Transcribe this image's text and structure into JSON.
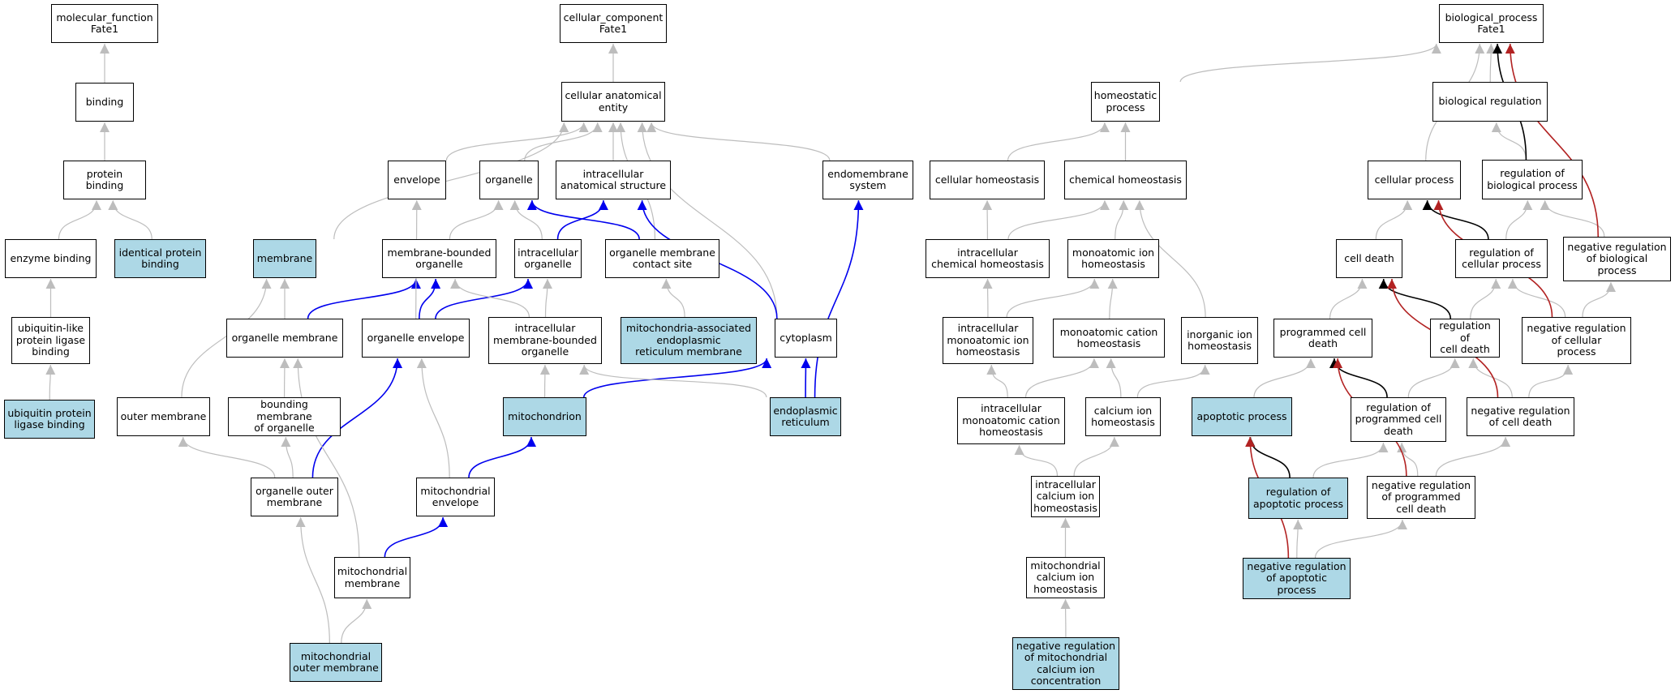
{
  "colors": {
    "node_fill": "#ffffff",
    "highlight_fill": "#add8e6",
    "border": "#000000",
    "edge_gray": "#bdbdbd",
    "edge_blue": "#0000ee",
    "edge_red": "#b22222",
    "edge_black": "#000000"
  },
  "nodes": [
    {
      "id": "mf",
      "label": "molecular_function\nFate1",
      "hl": false
    },
    {
      "id": "binding",
      "label": "binding",
      "hl": false
    },
    {
      "id": "protein_binding",
      "label": "protein binding",
      "hl": false
    },
    {
      "id": "enzyme_binding",
      "label": "enzyme binding",
      "hl": false
    },
    {
      "id": "identical_protein_binding",
      "label": "identical protein\nbinding",
      "hl": true
    },
    {
      "id": "ubl_ligase_binding",
      "label": "ubiquitin-like\nprotein ligase\nbinding",
      "hl": false
    },
    {
      "id": "ub_ligase_binding",
      "label": "ubiquitin protein\nligase binding",
      "hl": true
    },
    {
      "id": "cc",
      "label": "cellular_component\nFate1",
      "hl": false
    },
    {
      "id": "cae",
      "label": "cellular anatomical\nentity",
      "hl": false
    },
    {
      "id": "envelope",
      "label": "envelope",
      "hl": false
    },
    {
      "id": "organelle",
      "label": "organelle",
      "hl": false
    },
    {
      "id": "ias",
      "label": "intracellular\nanatomical structure",
      "hl": false
    },
    {
      "id": "endomembrane",
      "label": "endomembrane\nsystem",
      "hl": false
    },
    {
      "id": "membrane",
      "label": "membrane",
      "hl": true
    },
    {
      "id": "mbo",
      "label": "membrane-bounded\norganelle",
      "hl": false
    },
    {
      "id": "io",
      "label": "intracellular\norganelle",
      "hl": false
    },
    {
      "id": "omcs",
      "label": "organelle membrane\ncontact site",
      "hl": false
    },
    {
      "id": "organelle_membrane",
      "label": "organelle membrane",
      "hl": false
    },
    {
      "id": "organelle_envelope",
      "label": "organelle envelope",
      "hl": false
    },
    {
      "id": "imbo",
      "label": "intracellular\nmembrane-bounded\norganelle",
      "hl": false
    },
    {
      "id": "mam",
      "label": "mitochondria-associated\nendoplasmic\nreticulum membrane",
      "hl": true
    },
    {
      "id": "cytoplasm",
      "label": "cytoplasm",
      "hl": false
    },
    {
      "id": "outer_membrane",
      "label": "outer membrane",
      "hl": false
    },
    {
      "id": "bmo",
      "label": "bounding membrane\nof organelle",
      "hl": false
    },
    {
      "id": "mitochondrion",
      "label": "mitochondrion",
      "hl": true
    },
    {
      "id": "er",
      "label": "endoplasmic\nreticulum",
      "hl": true
    },
    {
      "id": "oom",
      "label": "organelle outer\nmembrane",
      "hl": false
    },
    {
      "id": "mito_envelope",
      "label": "mitochondrial\nenvelope",
      "hl": false
    },
    {
      "id": "mito_membrane",
      "label": "mitochondrial\nmembrane",
      "hl": false
    },
    {
      "id": "mom",
      "label": "mitochondrial\nouter membrane",
      "hl": true
    },
    {
      "id": "homeostatic",
      "label": "homeostatic\nprocess",
      "hl": false
    },
    {
      "id": "cellular_homeostasis",
      "label": "cellular homeostasis",
      "hl": false
    },
    {
      "id": "chemical_homeostasis",
      "label": "chemical homeostasis",
      "hl": false
    },
    {
      "id": "icchem",
      "label": "intracellular\nchemical homeostasis",
      "hl": false
    },
    {
      "id": "mai",
      "label": "monoatomic ion\nhomeostasis",
      "hl": false
    },
    {
      "id": "icmai",
      "label": "intracellular\nmonoatomic ion\nhomeostasis",
      "hl": false
    },
    {
      "id": "mac",
      "label": "monoatomic cation\nhomeostasis",
      "hl": false
    },
    {
      "id": "inorganic",
      "label": "inorganic ion\nhomeostasis",
      "hl": false
    },
    {
      "id": "icmac",
      "label": "intracellular\nmonoatomic cation\nhomeostasis",
      "hl": false
    },
    {
      "id": "calcium",
      "label": "calcium ion\nhomeostasis",
      "hl": false
    },
    {
      "id": "iccalcium",
      "label": "intracellular\ncalcium ion\nhomeostasis",
      "hl": false
    },
    {
      "id": "mitocalcium",
      "label": "mitochondrial\ncalcium ion\nhomeostasis",
      "hl": false
    },
    {
      "id": "nrmcic",
      "label": "negative regulation\nof mitochondrial\ncalcium ion\nconcentration",
      "hl": true
    },
    {
      "id": "bp",
      "label": "biological_process\nFate1",
      "hl": false
    },
    {
      "id": "bioreg",
      "label": "biological regulation",
      "hl": false
    },
    {
      "id": "cellular_process",
      "label": "cellular process",
      "hl": false
    },
    {
      "id": "rbp",
      "label": "regulation of\nbiological process",
      "hl": false
    },
    {
      "id": "cell_death",
      "label": "cell death",
      "hl": false
    },
    {
      "id": "rcp",
      "label": "regulation of\ncellular process",
      "hl": false
    },
    {
      "id": "nrbp",
      "label": "negative regulation\nof biological\nprocess",
      "hl": false
    },
    {
      "id": "pcd",
      "label": "programmed cell\ndeath",
      "hl": false
    },
    {
      "id": "rcd",
      "label": "regulation of\ncell death",
      "hl": false
    },
    {
      "id": "nrcp",
      "label": "negative regulation\nof cellular\nprocess",
      "hl": false
    },
    {
      "id": "apoptotic",
      "label": "apoptotic process",
      "hl": true
    },
    {
      "id": "rpcd",
      "label": "regulation of\nprogrammed cell\ndeath",
      "hl": false
    },
    {
      "id": "nrcd",
      "label": "negative regulation\nof cell death",
      "hl": false
    },
    {
      "id": "rap",
      "label": "regulation of\napoptotic process",
      "hl": true
    },
    {
      "id": "nrpcd",
      "label": "negative regulation\nof programmed\ncell death",
      "hl": false
    },
    {
      "id": "nrap",
      "label": "negative regulation\nof apoptotic\nprocess",
      "hl": true
    }
  ],
  "edges": [
    {
      "from": "binding",
      "to": "mf",
      "kind": "gray"
    },
    {
      "from": "protein_binding",
      "to": "binding",
      "kind": "gray"
    },
    {
      "from": "enzyme_binding",
      "to": "protein_binding",
      "kind": "gray"
    },
    {
      "from": "identical_protein_binding",
      "to": "protein_binding",
      "kind": "gray"
    },
    {
      "from": "ubl_ligase_binding",
      "to": "enzyme_binding",
      "kind": "gray"
    },
    {
      "from": "ub_ligase_binding",
      "to": "ubl_ligase_binding",
      "kind": "gray"
    },
    {
      "from": "cae",
      "to": "cc",
      "kind": "gray"
    },
    {
      "from": "envelope",
      "to": "cae",
      "kind": "gray"
    },
    {
      "from": "organelle",
      "to": "cae",
      "kind": "gray"
    },
    {
      "from": "ias",
      "to": "cae",
      "kind": "gray"
    },
    {
      "from": "endomembrane",
      "to": "cae",
      "kind": "gray"
    },
    {
      "from": "membrane",
      "to": "cae",
      "kind": "gray"
    },
    {
      "from": "omcs",
      "to": "cae",
      "kind": "gray"
    },
    {
      "from": "cytoplasm",
      "to": "cae",
      "kind": "gray"
    },
    {
      "from": "mbo",
      "to": "organelle",
      "kind": "gray"
    },
    {
      "from": "io",
      "to": "organelle",
      "kind": "gray"
    },
    {
      "from": "io",
      "to": "ias",
      "kind": "blue"
    },
    {
      "from": "omcs",
      "to": "organelle",
      "kind": "blue"
    },
    {
      "from": "mam",
      "to": "omcs",
      "kind": "gray"
    },
    {
      "from": "organelle_membrane",
      "to": "membrane",
      "kind": "gray"
    },
    {
      "from": "organelle_membrane",
      "to": "mbo",
      "kind": "blue"
    },
    {
      "from": "organelle_envelope",
      "to": "envelope",
      "kind": "gray"
    },
    {
      "from": "organelle_envelope",
      "to": "mbo",
      "kind": "blue"
    },
    {
      "from": "organelle_envelope",
      "to": "io",
      "kind": "blue"
    },
    {
      "from": "imbo",
      "to": "mbo",
      "kind": "gray"
    },
    {
      "from": "imbo",
      "to": "io",
      "kind": "gray"
    },
    {
      "from": "cytoplasm",
      "to": "ias",
      "kind": "blue"
    },
    {
      "from": "outer_membrane",
      "to": "membrane",
      "kind": "gray"
    },
    {
      "from": "bmo",
      "to": "organelle_membrane",
      "kind": "gray"
    },
    {
      "from": "mitochondrion",
      "to": "imbo",
      "kind": "gray"
    },
    {
      "from": "mitochondrion",
      "to": "cytoplasm",
      "kind": "blue"
    },
    {
      "from": "er",
      "to": "imbo",
      "kind": "gray"
    },
    {
      "from": "er",
      "to": "cytoplasm",
      "kind": "blue"
    },
    {
      "from": "er",
      "to": "endomembrane",
      "kind": "blue"
    },
    {
      "from": "oom",
      "to": "outer_membrane",
      "kind": "gray"
    },
    {
      "from": "oom",
      "to": "bmo",
      "kind": "gray"
    },
    {
      "from": "oom",
      "to": "organelle_envelope",
      "kind": "blue"
    },
    {
      "from": "mito_envelope",
      "to": "organelle_envelope",
      "kind": "gray"
    },
    {
      "from": "mito_envelope",
      "to": "mitochondrion",
      "kind": "blue"
    },
    {
      "from": "mito_membrane",
      "to": "organelle_membrane",
      "kind": "gray"
    },
    {
      "from": "mito_membrane",
      "to": "mito_envelope",
      "kind": "blue"
    },
    {
      "from": "mom",
      "to": "oom",
      "kind": "gray"
    },
    {
      "from": "mom",
      "to": "mito_membrane",
      "kind": "gray"
    },
    {
      "from": "homeostatic",
      "to": "bp",
      "kind": "gray"
    },
    {
      "from": "cellular_homeostasis",
      "to": "homeostatic",
      "kind": "gray"
    },
    {
      "from": "chemical_homeostasis",
      "to": "homeostatic",
      "kind": "gray"
    },
    {
      "from": "icchem",
      "to": "cellular_homeostasis",
      "kind": "gray"
    },
    {
      "from": "icchem",
      "to": "chemical_homeostasis",
      "kind": "gray"
    },
    {
      "from": "mai",
      "to": "chemical_homeostasis",
      "kind": "gray"
    },
    {
      "from": "inorganic",
      "to": "chemical_homeostasis",
      "kind": "gray"
    },
    {
      "from": "icmai",
      "to": "icchem",
      "kind": "gray"
    },
    {
      "from": "icmai",
      "to": "mai",
      "kind": "gray"
    },
    {
      "from": "mac",
      "to": "mai",
      "kind": "gray"
    },
    {
      "from": "icmac",
      "to": "icmai",
      "kind": "gray"
    },
    {
      "from": "icmac",
      "to": "mac",
      "kind": "gray"
    },
    {
      "from": "calcium",
      "to": "mac",
      "kind": "gray"
    },
    {
      "from": "calcium",
      "to": "inorganic",
      "kind": "gray"
    },
    {
      "from": "iccalcium",
      "to": "icmac",
      "kind": "gray"
    },
    {
      "from": "iccalcium",
      "to": "calcium",
      "kind": "gray"
    },
    {
      "from": "mitocalcium",
      "to": "iccalcium",
      "kind": "gray"
    },
    {
      "from": "nrmcic",
      "to": "mitocalcium",
      "kind": "gray"
    },
    {
      "from": "bioreg",
      "to": "bp",
      "kind": "gray"
    },
    {
      "from": "cellular_process",
      "to": "bp",
      "kind": "gray"
    },
    {
      "from": "rbp",
      "to": "bioreg",
      "kind": "gray"
    },
    {
      "from": "rbp",
      "to": "bp",
      "kind": "black"
    },
    {
      "from": "nrbp",
      "to": "rbp",
      "kind": "gray"
    },
    {
      "from": "nrbp",
      "to": "bp",
      "kind": "red"
    },
    {
      "from": "cell_death",
      "to": "cellular_process",
      "kind": "gray"
    },
    {
      "from": "rcp",
      "to": "rbp",
      "kind": "gray"
    },
    {
      "from": "rcp",
      "to": "cellular_process",
      "kind": "black"
    },
    {
      "from": "nrcp",
      "to": "rcp",
      "kind": "gray"
    },
    {
      "from": "nrcp",
      "to": "nrbp",
      "kind": "gray"
    },
    {
      "from": "nrcp",
      "to": "cellular_process",
      "kind": "red"
    },
    {
      "from": "pcd",
      "to": "cell_death",
      "kind": "gray"
    },
    {
      "from": "rcd",
      "to": "rcp",
      "kind": "gray"
    },
    {
      "from": "rcd",
      "to": "cell_death",
      "kind": "black"
    },
    {
      "from": "nrcd",
      "to": "rcd",
      "kind": "gray"
    },
    {
      "from": "nrcd",
      "to": "nrcp",
      "kind": "gray"
    },
    {
      "from": "nrcd",
      "to": "cell_death",
      "kind": "red"
    },
    {
      "from": "apoptotic",
      "to": "pcd",
      "kind": "gray"
    },
    {
      "from": "rpcd",
      "to": "rcd",
      "kind": "gray"
    },
    {
      "from": "rpcd",
      "to": "pcd",
      "kind": "black"
    },
    {
      "from": "nrpcd",
      "to": "rpcd",
      "kind": "gray"
    },
    {
      "from": "nrpcd",
      "to": "nrcd",
      "kind": "gray"
    },
    {
      "from": "nrpcd",
      "to": "pcd",
      "kind": "red"
    },
    {
      "from": "rap",
      "to": "rpcd",
      "kind": "gray"
    },
    {
      "from": "rap",
      "to": "apoptotic",
      "kind": "black"
    },
    {
      "from": "nrap",
      "to": "rap",
      "kind": "gray"
    },
    {
      "from": "nrap",
      "to": "nrpcd",
      "kind": "gray"
    },
    {
      "from": "nrap",
      "to": "apoptotic",
      "kind": "red"
    }
  ]
}
